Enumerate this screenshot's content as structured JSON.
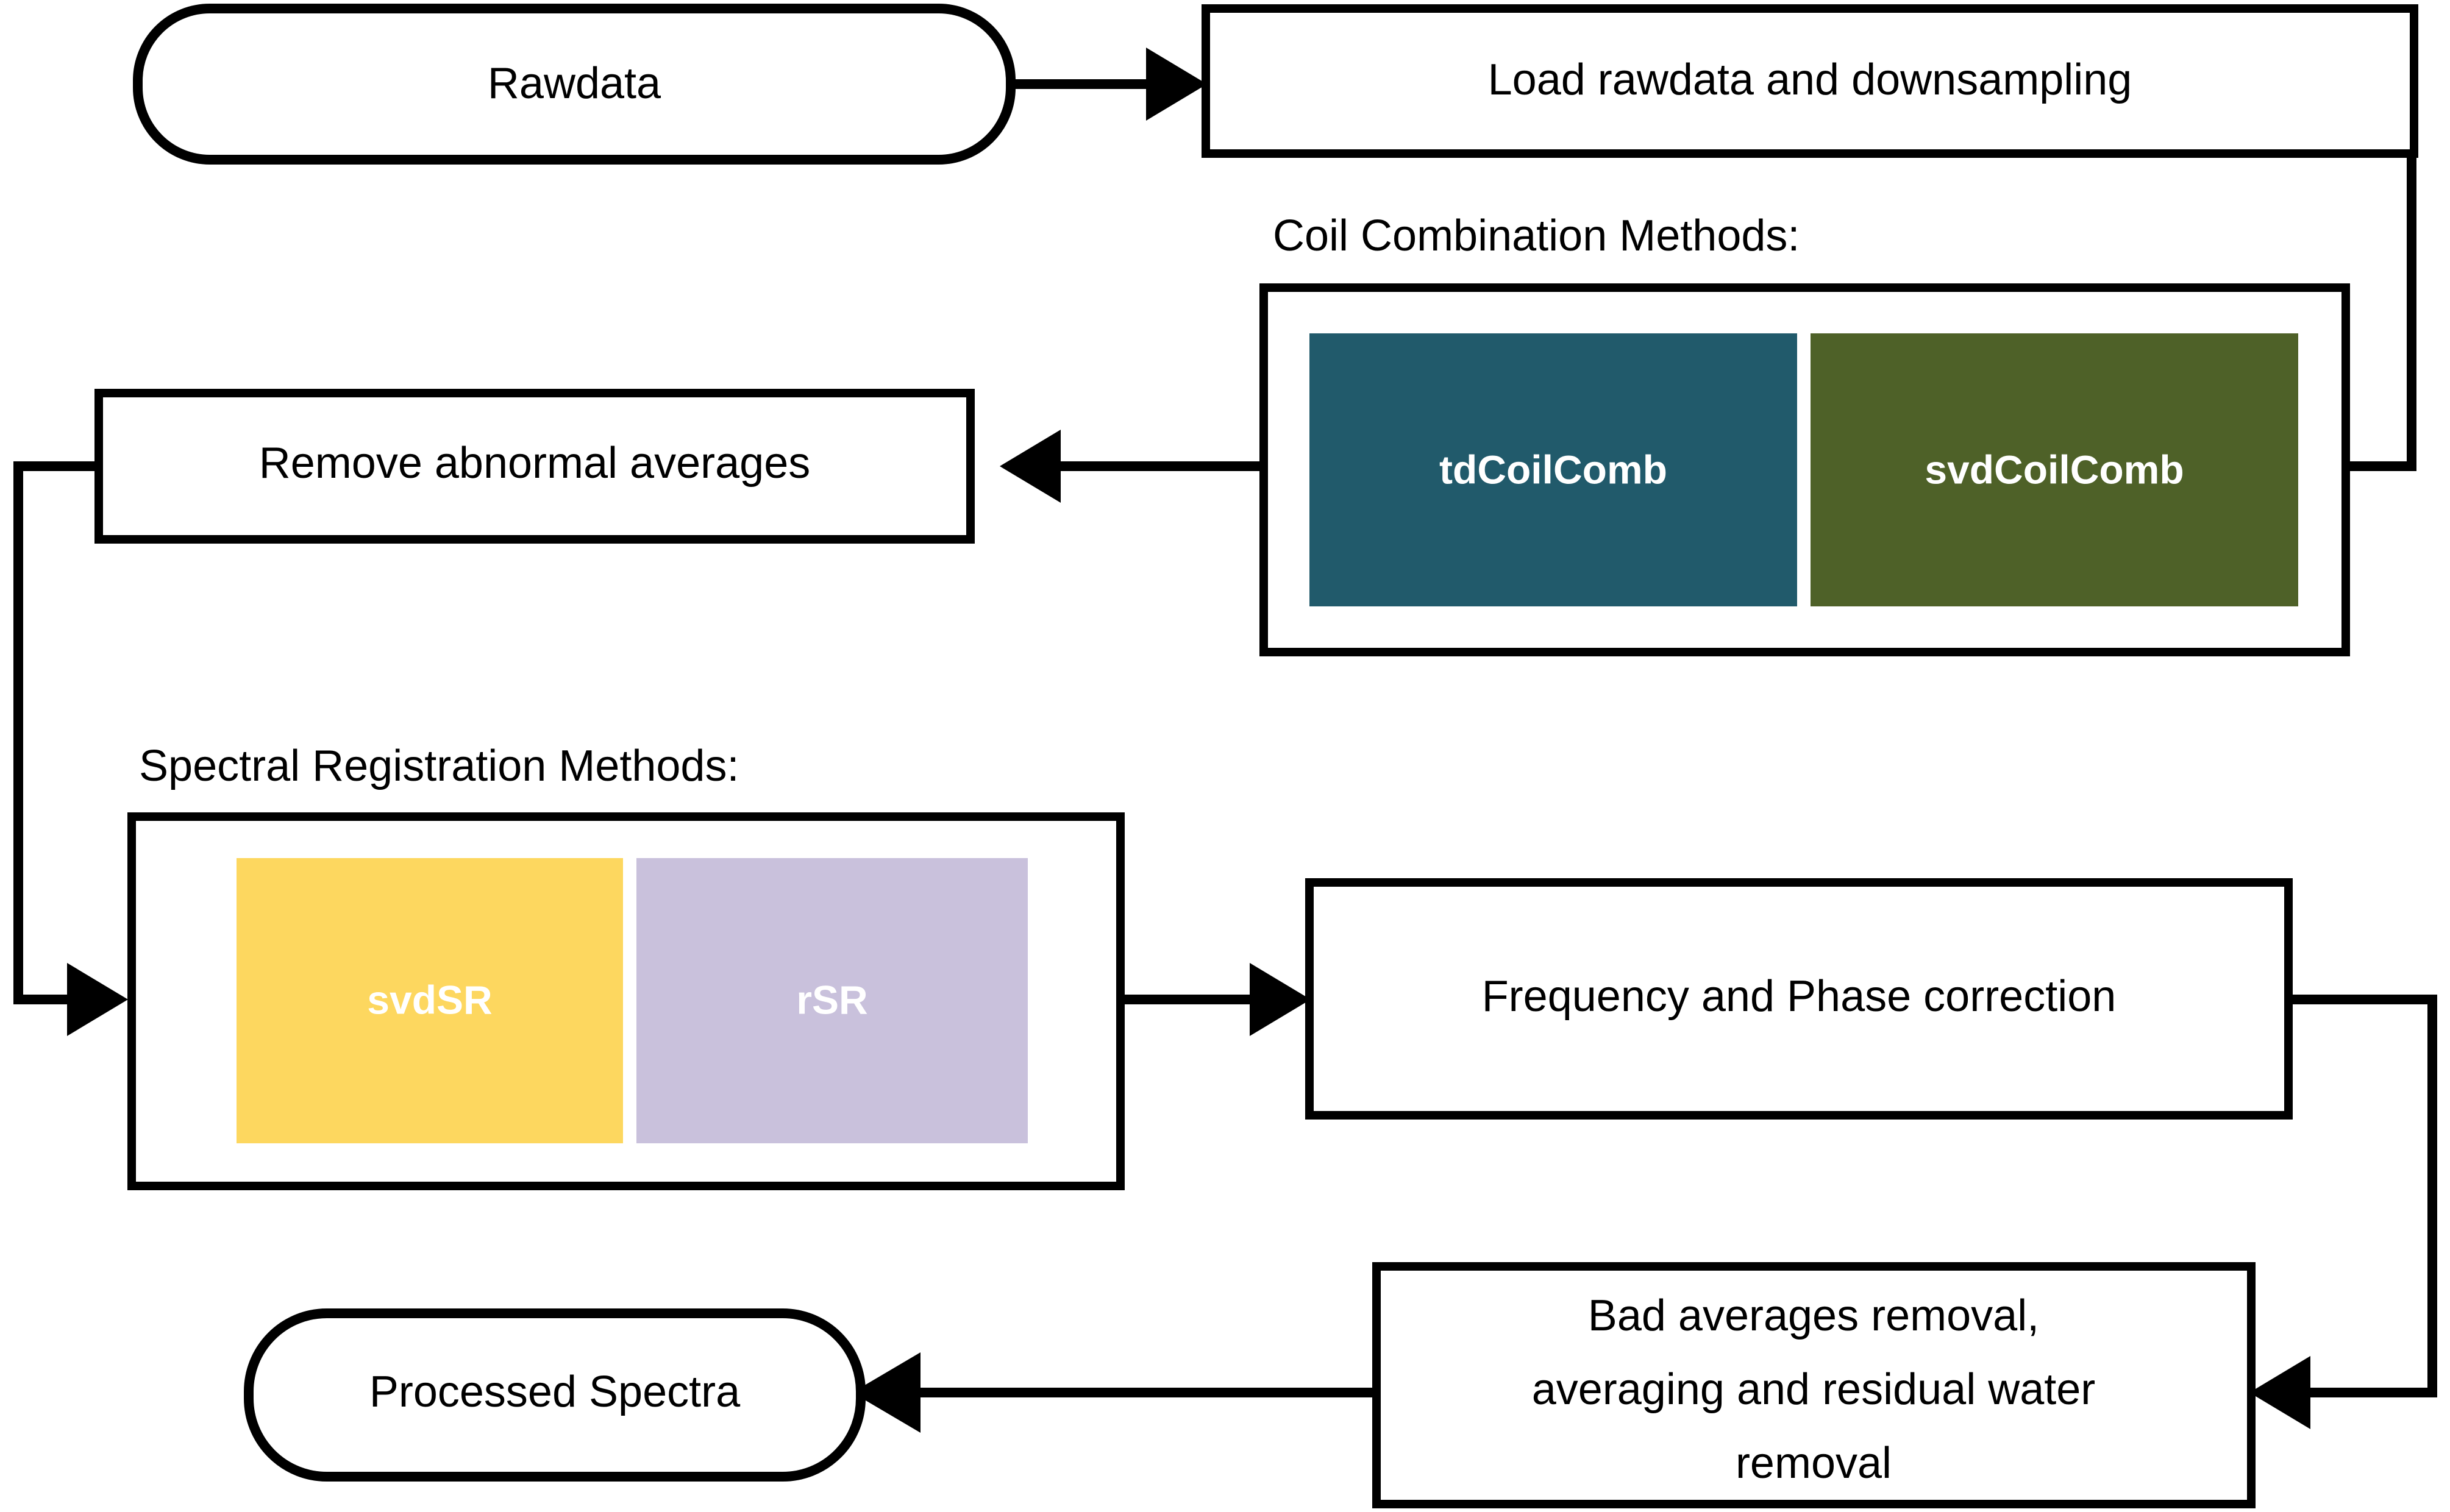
{
  "diagram": {
    "title": "MRS data processing pipeline flowchart",
    "background": "#ffffff",
    "line_color": "#000000"
  },
  "nodes": {
    "rawdata": {
      "label": "Rawdata",
      "shape": "rounded"
    },
    "load": {
      "label": "Load rawdata and downsampling",
      "shape": "rect"
    },
    "remove_abnormal": {
      "label": "Remove abnormal averages",
      "shape": "rect"
    },
    "freq_phase": {
      "label": "Frequency and Phase correction",
      "shape": "rect"
    },
    "bad_avg_line1": "Bad averages removal,",
    "bad_avg_line2": "averaging and residual water",
    "bad_avg_line3": "removal",
    "processed": {
      "label": "Processed Spectra",
      "shape": "rounded"
    }
  },
  "groups": {
    "coil": {
      "title": "Coil Combination Methods:",
      "methods": [
        {
          "label": "tdCoilComb",
          "color": "#215A6B"
        },
        {
          "label": "svdCoilComb",
          "color": "#4E6128"
        }
      ]
    },
    "spectral": {
      "title": "Spectral Registration Methods:",
      "methods": [
        {
          "label": "svdSR",
          "color": "#FDD75F"
        },
        {
          "label": "rSR",
          "color": "#C9C1DC"
        }
      ]
    }
  },
  "colors": {
    "teal": "#215A6B",
    "olive": "#4E6128",
    "yellow": "#FDD75F",
    "lavender": "#C9C1DC",
    "stroke": "#000000",
    "fill": "#ffffff"
  }
}
